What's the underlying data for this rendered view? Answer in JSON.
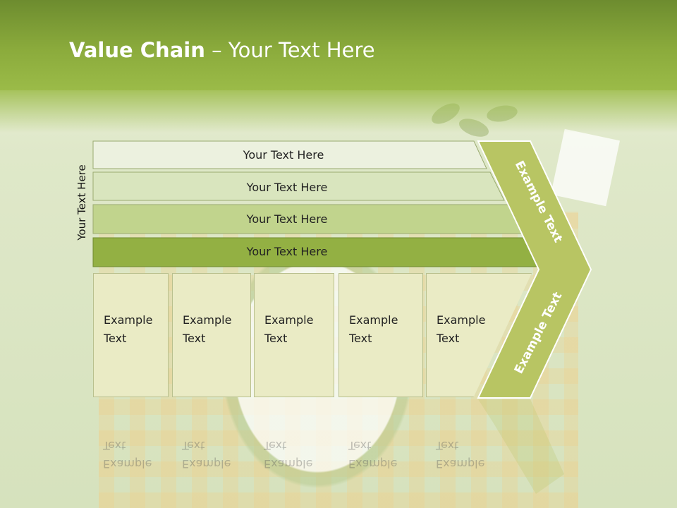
{
  "title": {
    "bold": "Value Chain",
    "rest": " – Your Text Here"
  },
  "side_label": "Your Text Here",
  "bands": [
    {
      "label": "Your Text Here",
      "color": "#ecf1df"
    },
    {
      "label": "Your Text Here",
      "color": "#d9e5be"
    },
    {
      "label": "Your Text Here",
      "color": "#c1d48d"
    },
    {
      "label": "Your Text Here",
      "color": "#93b043"
    }
  ],
  "cells": [
    {
      "line1": "Example",
      "line2": "Text"
    },
    {
      "line1": "Example",
      "line2": "Text"
    },
    {
      "line1": "Example",
      "line2": "Text"
    },
    {
      "line1": "Example",
      "line2": "Text"
    },
    {
      "line1": "Example",
      "line2": "Text"
    }
  ],
  "chevron": {
    "upper_label": "Example Text",
    "lower_label": "Example Text",
    "color": "#b8c563"
  },
  "colors": {
    "header": "#8bab3c",
    "title_text": "#ffffff"
  }
}
